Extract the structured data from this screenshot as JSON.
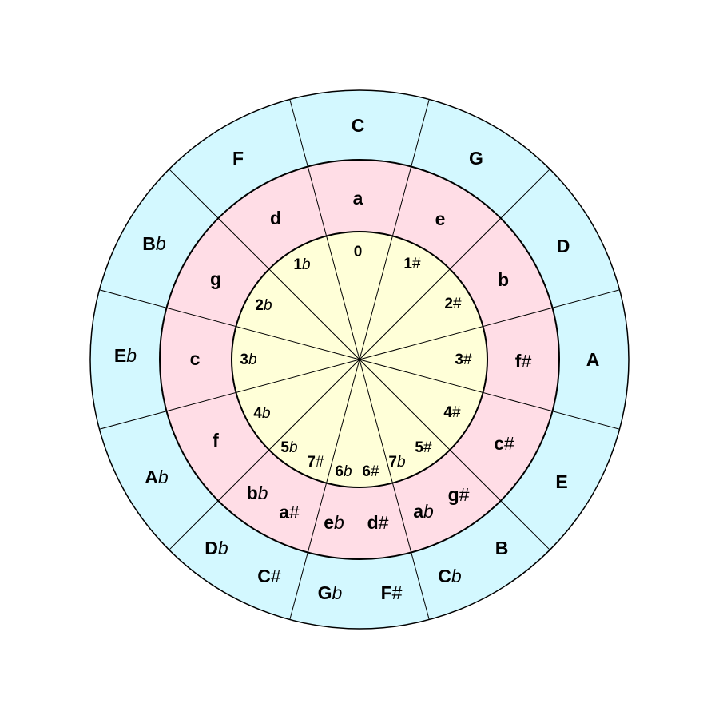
{
  "title": "Circle of fifths",
  "colors": {
    "outer": "#d3f8ff",
    "middle": "#ffdde6",
    "inner": "#ffffd8",
    "line": "#000000"
  },
  "major_keys": [
    {
      "note": "C",
      "acc": ""
    },
    {
      "note": "G",
      "acc": ""
    },
    {
      "note": "D",
      "acc": ""
    },
    {
      "note": "A",
      "acc": ""
    },
    {
      "note": "E",
      "acc": ""
    },
    {
      "note": "B",
      "acc": ""
    },
    {
      "note": "C",
      "acc": "b"
    },
    {
      "note": "F",
      "acc": "#"
    },
    {
      "note": "G",
      "acc": "b"
    },
    {
      "note": "C",
      "acc": "#"
    },
    {
      "note": "D",
      "acc": "b"
    },
    {
      "note": "A",
      "acc": "b"
    },
    {
      "note": "E",
      "acc": "b"
    },
    {
      "note": "B",
      "acc": "b"
    },
    {
      "note": "F",
      "acc": ""
    }
  ],
  "minor_keys": [
    {
      "note": "a",
      "acc": ""
    },
    {
      "note": "e",
      "acc": ""
    },
    {
      "note": "b",
      "acc": ""
    },
    {
      "note": "f",
      "acc": "#"
    },
    {
      "note": "c",
      "acc": "#"
    },
    {
      "note": "g",
      "acc": "#"
    },
    {
      "note": "a",
      "acc": "b"
    },
    {
      "note": "d",
      "acc": "#"
    },
    {
      "note": "e",
      "acc": "b"
    },
    {
      "note": "a",
      "acc": "#"
    },
    {
      "note": "b",
      "acc": "b"
    },
    {
      "note": "f",
      "acc": ""
    },
    {
      "note": "c",
      "acc": ""
    },
    {
      "note": "g",
      "acc": ""
    },
    {
      "note": "d",
      "acc": ""
    }
  ],
  "signatures": [
    {
      "note": "0",
      "acc": ""
    },
    {
      "note": "1",
      "acc": "#"
    },
    {
      "note": "2",
      "acc": "#"
    },
    {
      "note": "3",
      "acc": "#"
    },
    {
      "note": "4",
      "acc": "#"
    },
    {
      "note": "5",
      "acc": "#"
    },
    {
      "note": "7",
      "acc": "b"
    },
    {
      "note": "6",
      "acc": "#"
    },
    {
      "note": "6",
      "acc": "b"
    },
    {
      "note": "7",
      "acc": "#"
    },
    {
      "note": "5",
      "acc": "b"
    },
    {
      "note": "4",
      "acc": "b"
    },
    {
      "note": "3",
      "acc": "b"
    },
    {
      "note": "2",
      "acc": "b"
    },
    {
      "note": "1",
      "acc": "b"
    }
  ]
}
